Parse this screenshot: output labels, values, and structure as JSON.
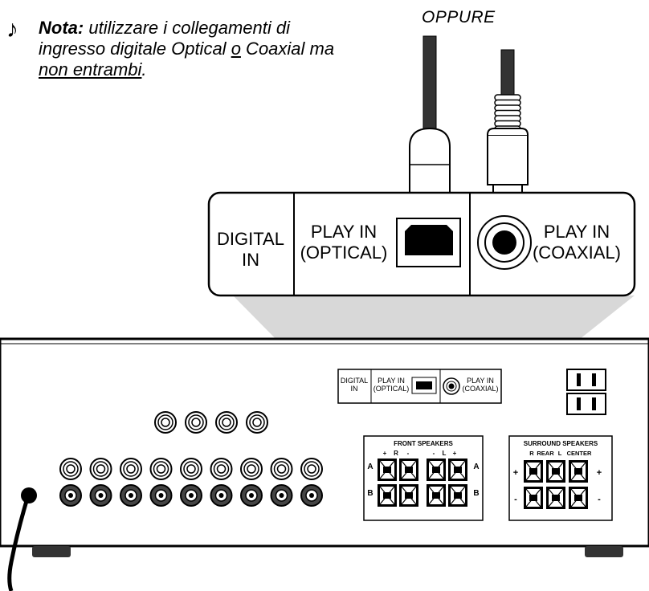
{
  "note": {
    "icon": "music-note-icon",
    "label": "Nota:",
    "line1": "utilizzare i collegamenti di",
    "line2_before": "ingresso digitale Optical ",
    "line2_o": "o",
    "line2_after": " Coaxial ma",
    "line3_underlined": "non entrambi",
    "line3_end": "."
  },
  "oppure": "OPPURE",
  "callout": {
    "digital_in_1": "DIGITAL",
    "digital_in_2": "IN",
    "optical_1": "PLAY IN",
    "optical_2": "(OPTICAL)",
    "coaxial_1": "PLAY IN",
    "coaxial_2": "(COAXIAL)"
  },
  "panel": {
    "digital_in_1": "DIGITAL",
    "digital_in_2": "IN",
    "optical_1": "PLAY IN",
    "optical_2": "(OPTICAL)",
    "coaxial_1": "PLAY IN",
    "coaxial_2": "(COAXIAL)"
  },
  "front_speakers": {
    "title": "FRONT SPEAKERS",
    "plus1": "+",
    "r": "R",
    "minus1": "-",
    "minus2": "-",
    "l": "L",
    "plus2": "+",
    "a_left": "A",
    "a_right": "A",
    "b_left": "B",
    "b_right": "B"
  },
  "surround_speakers": {
    "title": "SURROUND SPEAKERS",
    "r": "R",
    "rear": "REAR",
    "l": "L",
    "center": "CENTER",
    "plus_left": "+",
    "plus_right": "+",
    "minus_left": "-",
    "minus_right": "-"
  }
}
